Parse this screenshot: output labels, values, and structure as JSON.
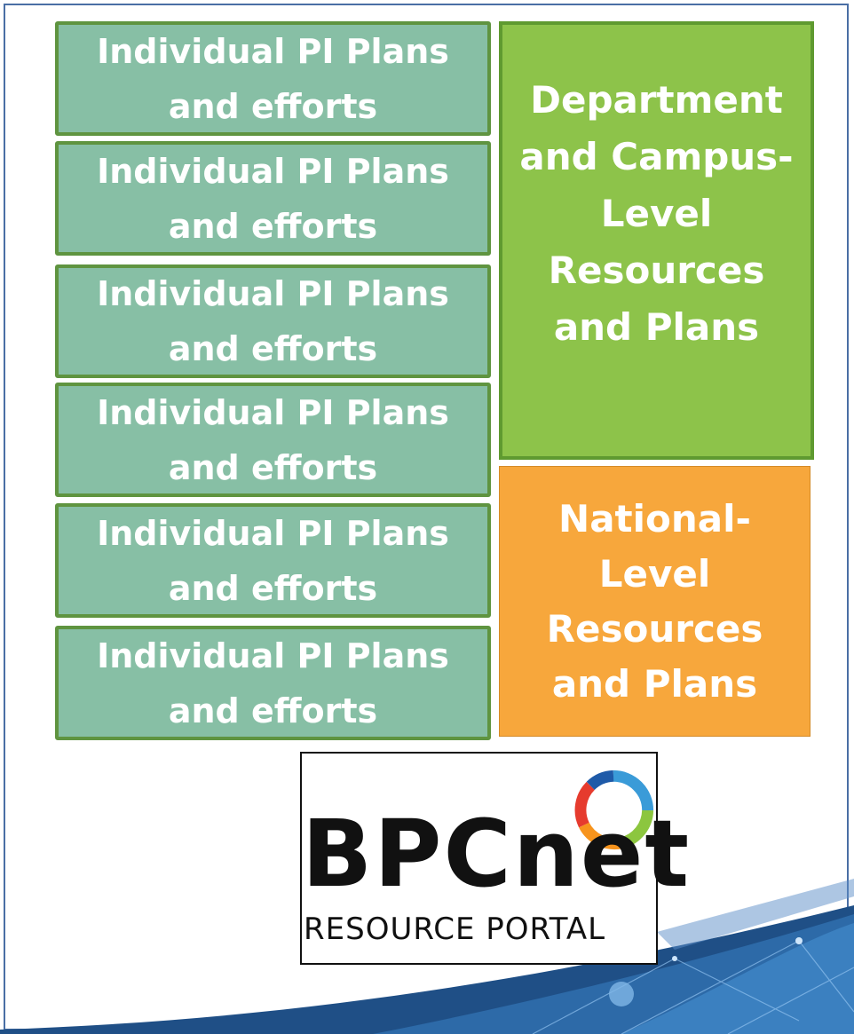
{
  "pi_boxes": [
    {
      "text": "Individual PI Plans\nand efforts"
    },
    {
      "text": "Individual PI Plans\nand efforts"
    },
    {
      "text": "Individual PI Plans\nand efforts"
    },
    {
      "text": "Individual PI Plans\nand efforts"
    },
    {
      "text": "Individual PI Plans\nand efforts"
    },
    {
      "text": "Individual PI Plans\nand efforts"
    }
  ],
  "department_box": {
    "text": "Department\nand Campus-\nLevel\nResources\nand Plans"
  },
  "national_box": {
    "text": "National-\nLevel\nResources\nand Plans"
  },
  "logo": {
    "title": "BPCnet",
    "subtitle": "RESOURCE PORTAL"
  },
  "colors": {
    "pi_fill": "#87bfa5",
    "pi_border": "#5f9440",
    "department_fill": "#8dc34a",
    "national_fill": "#f7a73c",
    "frame_border": "#4a6fa5"
  }
}
